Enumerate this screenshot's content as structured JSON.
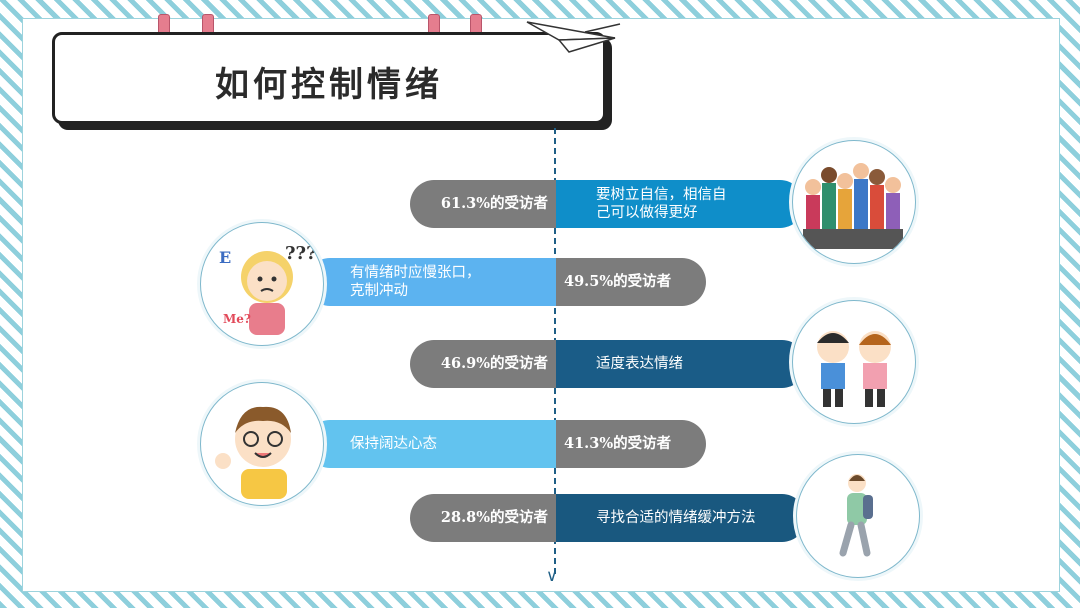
{
  "title": "如何控制情绪",
  "rows": [
    {
      "stat": "61.3%的受访者",
      "text": "要树立自信，相信自\n己可以做得更好",
      "color": "#0f8ec9",
      "icon": "crowd-icon"
    },
    {
      "stat": "49.5%的受访者",
      "text": "有情绪时应慢张口，\n克制冲动",
      "color": "#5cb3f0",
      "icon": "confused-girl-icon"
    },
    {
      "stat": "46.9%的受访者",
      "text": "适度表达情绪",
      "color": "#1a5c87",
      "icon": "waving-kids-icon"
    },
    {
      "stat": "41.3%的受访者",
      "text": "保持阔达心态",
      "color": "#62c3ef",
      "icon": "smiling-boy-icon"
    },
    {
      "stat": "28.8%的受访者",
      "text": "寻找合适的情绪缓冲方法",
      "color": "#19587f",
      "icon": "walking-person-icon"
    }
  ]
}
